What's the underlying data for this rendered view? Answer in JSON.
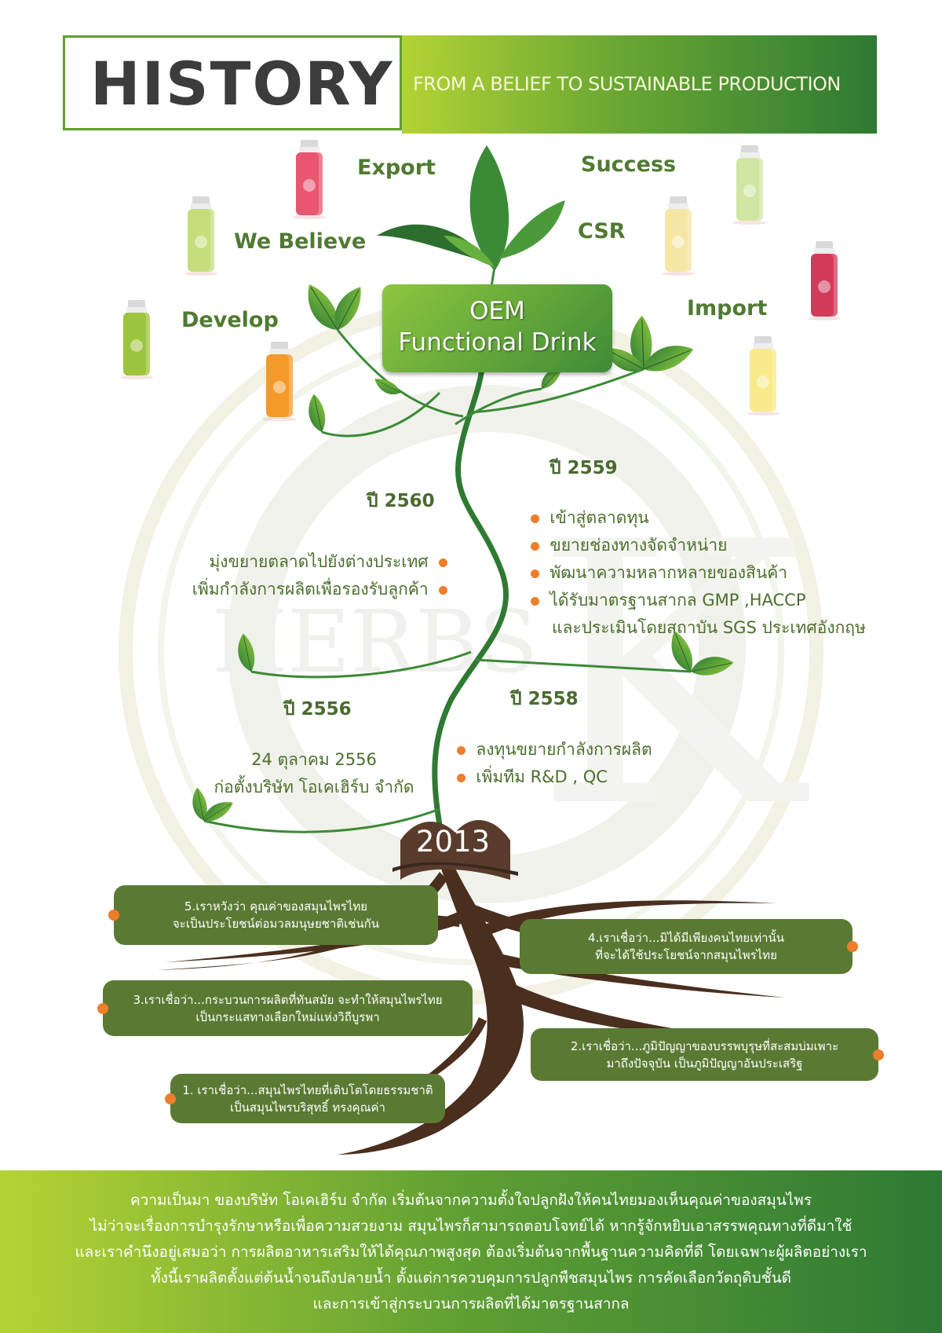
{
  "header": {
    "title": "HISTORY",
    "subtitle": "FROM A BELIEF TO SUSTAINABLE PRODUCTION"
  },
  "words": {
    "export": "Export",
    "success": "Success",
    "we_believe": "We Believe",
    "csr": "CSR",
    "develop": "Develop",
    "import": "Import"
  },
  "center_box": {
    "line1": "OEM",
    "line2": "Functional Drink"
  },
  "timeline": {
    "y2559": {
      "year": "ปี 2559",
      "items": [
        "เข้าสู่ตลาดทุน",
        "ขยายช่องทางจัดจำหน่าย",
        "พัฒนาความหลากหลายของสินค้า",
        "ได้รับมาตรฐานสากล GMP ,HACCP"
      ],
      "extra": "และประเมินโดยสถาบัน SGS ประเทศอังกฤษ"
    },
    "y2560": {
      "year": "ปี 2560",
      "items": [
        "มุ่งขยายตลาดไปยังต่างประเทศ",
        "เพิ่มกำลังการผลิตเพื่อรองรับลูกค้า"
      ]
    },
    "y2556": {
      "year": "ปี 2556",
      "date": "24 ตุลาคม 2556",
      "text": "ก่อตั้งบริษัท โอเคเฮิร์บ จำกัด"
    },
    "y2558": {
      "year": "ปี 2558",
      "items": [
        "ลงทุนขยายกำลังการผลิต",
        "เพิ่มทีม R&D , QC"
      ]
    },
    "banner": "2013"
  },
  "beliefs": [
    {
      "line1": "5.เราหวังว่า คุณค่าของสมุนไพรไทย",
      "line2": "จะเป็นประโยชน์ต่อมวลมนุษยชาติเช่นกัน"
    },
    {
      "line1": "4.เราเชื่อว่า...มิได้มีเพียงคนไทยเท่านั้น",
      "line2": "ที่จะได้ใช้ประโยชน์จากสมุนไพรไทย"
    },
    {
      "line1": "3.เราเชื่อว่า...กระบวนการผลิตที่ทันสมัย จะทำให้สมุนไพรไทย",
      "line2": "เป็นกระแสทางเลือกใหม่แห่งวิถีบูรพา"
    },
    {
      "line1": "2.เราเชื่อว่า...ภูมิปัญญาของบรรพบุรุษที่สะสมบ่มเพาะ",
      "line2": "มาถึงปัจจุบัน เป็นภูมิปัญญาอันประเสริฐ"
    },
    {
      "line1": "1. เราเชื่อว่า...สมุนไพรไทยที่เติบโตโดยธรรมชาติ",
      "line2": "เป็นสมุนไพรบริสุทธิ์ ทรงคุณค่า"
    }
  ],
  "watermark": "HERBS",
  "footer": [
    "ความเป็นมา ของบริษัท โอเคเฮิร์บ จำกัด  เริ่มต้นจากความตั้งใจปลูกฝังให้คนไทยมองเห็นคุณค่าของสมุนไพร",
    "ไม่ว่าจะเรื่องการบำรุงรักษาหรือเพื่อความสวยงาม สมุนไพรก็สามารถตอบโจทย์ได้ หากรู้จักหยิบเอาสรรพคุณทางที่ดีมาใช้",
    "และเราคำนึงอยู่เสมอว่า การผลิตอาหารเสริมให้ได้คุณภาพสูงสุด ต้องเริ่มต้นจากพื้นฐานความคิดที่ดี โดยเฉพาะผู้ผลิตอย่างเรา",
    "ทั้งนี้เราผลิตตั้งแต่ต้นน้ำจนถึงปลายน้ำ ตั้งแต่การควบคุมการปลูกพืชสมุนไพร การคัดเลือกวัตถุดิบชั้นดี",
    "และการเข้าสู่กระบวนการผลิตที่ได้มาตรฐานสากล"
  ],
  "colors": {
    "accent_green": "#5e9e2f",
    "dark_green": "#2e7a34",
    "bullet_orange": "#ee7d2c",
    "pill_olive": "#5a7a33",
    "root_brown": "#4a2e1e"
  },
  "bottles": [
    {
      "fruit": "strawberry",
      "color": "#e8566f"
    },
    {
      "fruit": "pear",
      "color": "#c6dd7c"
    },
    {
      "fruit": "kiwi",
      "color": "#9cc43c"
    },
    {
      "fruit": "orange",
      "color": "#f39a2b"
    },
    {
      "fruit": "lime",
      "color": "#cfe6a2"
    },
    {
      "fruit": "apple",
      "color": "#f6e6a6"
    },
    {
      "fruit": "pomegranate",
      "color": "#d23a5b"
    },
    {
      "fruit": "banana",
      "color": "#f8ea8a"
    }
  ]
}
